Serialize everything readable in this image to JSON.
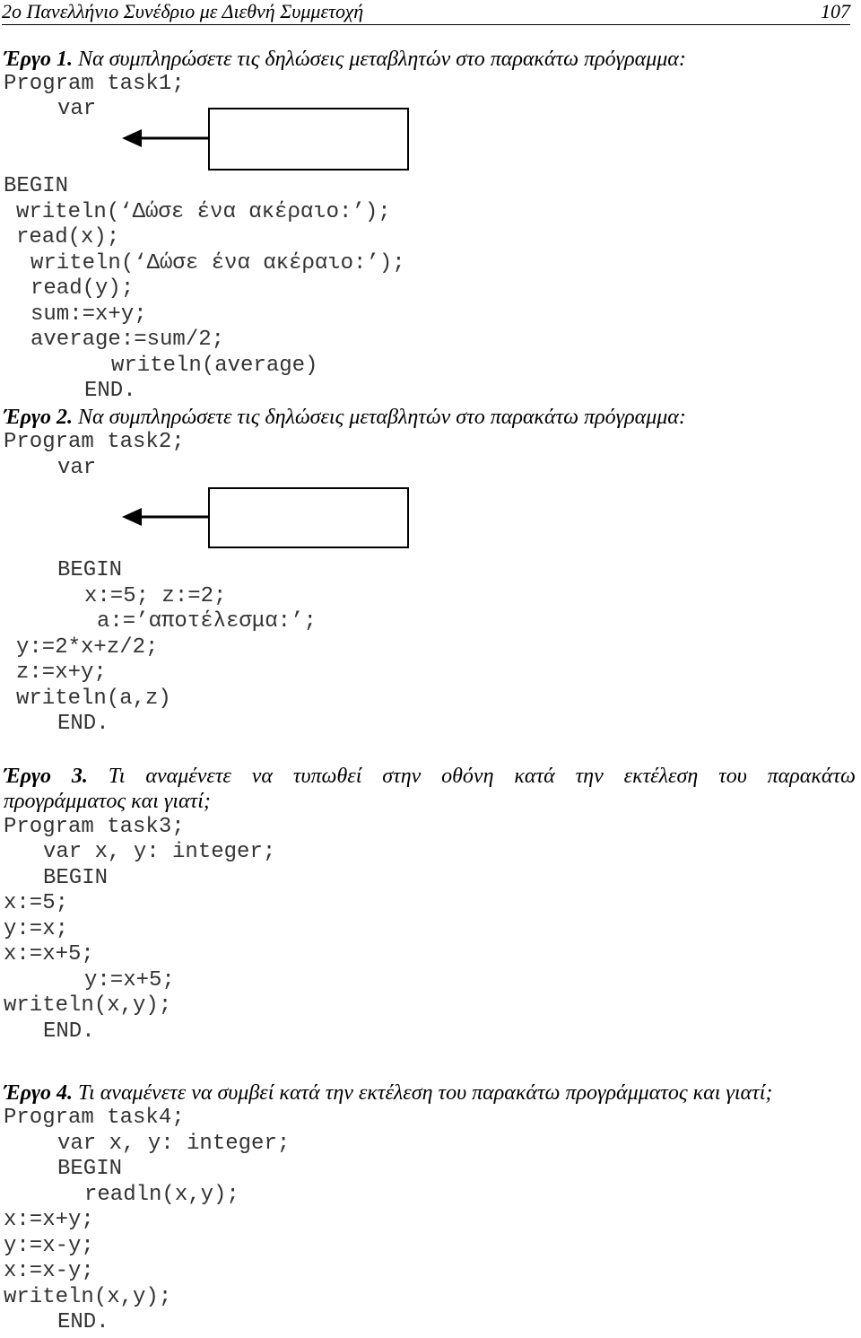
{
  "header": {
    "title": "2ο Πανελλήνιο Συνέδριο με Διεθνή Συμμετοχή",
    "page": "107"
  },
  "task1": {
    "label": "Έργο 1.",
    "prompt": "Να συμπληρώσετε τις δηλώσεις μεταβλητών στο παρακάτω πρόγραμμα:",
    "code": [
      "Program task1;",
      "var",
      "BEGIN",
      "writeln(‘Δώσε ένα ακέραιο:’);",
      "read(x);",
      "writeln(‘Δώσε ένα ακέραιο:’);",
      "read(y);",
      "sum:=x+y;",
      "average:=sum/2;",
      "writeln(average)",
      "END."
    ]
  },
  "task2": {
    "label": "Έργο 2.",
    "prompt": "Να συμπληρώσετε τις δηλώσεις μεταβλητών στο παρακάτω πρόγραμμα:",
    "code": [
      "Program task2;",
      "var",
      "BEGIN",
      "x:=5; z:=2;",
      "a:=’αποτέλεσμα:’;",
      "y:=2*x+z/2;",
      "z:=x+y;",
      "writeln(a,z)",
      "END."
    ]
  },
  "task3": {
    "label": "Έργο 3.",
    "prompt_line1": "Τι αναμένετε να τυπωθεί στην οθόνη κατά την εκτέλεση του παρακάτω",
    "prompt_line2": "προγράμματος και γιατί;",
    "code": [
      "Program task3;",
      "var x, y: integer;",
      "BEGIN",
      "x:=5;",
      "y:=x;",
      "x:=x+5;",
      "y:=x+5;",
      "writeln(x,y);",
      "END."
    ]
  },
  "task4": {
    "label": "Έργο 4.",
    "prompt": "Τι αναμένετε να συμβεί κατά την εκτέλεση του παρακάτω προγράμματος και γιατί;",
    "code": [
      "Program task4;",
      "var x, y: integer;",
      "BEGIN",
      "readln(x,y);",
      "x:=x+y;",
      "y:=x-y;",
      "x:=x-y;",
      "writeln(x,y);",
      "END."
    ]
  }
}
